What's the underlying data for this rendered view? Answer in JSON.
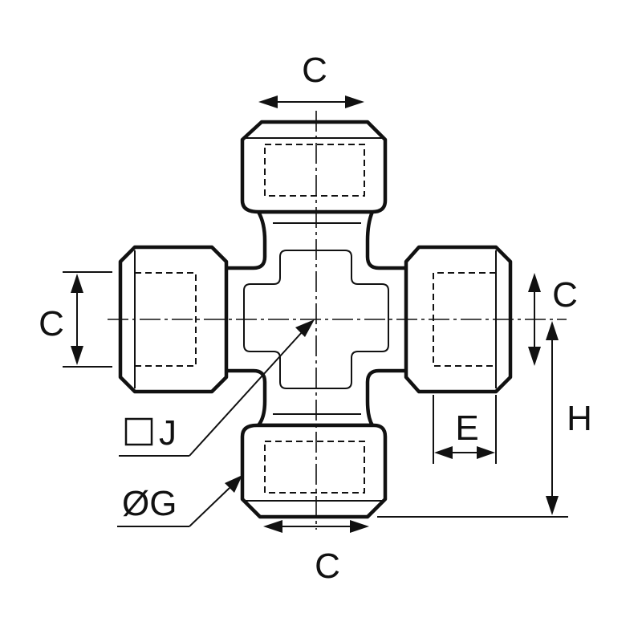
{
  "labels": {
    "c_top": "C",
    "c_left": "C",
    "c_right": "C",
    "c_bottom": "C",
    "e": "E",
    "h": "H",
    "j": "J",
    "g": "ØG"
  },
  "icons": {
    "square": "square-symbol-icon"
  },
  "colors": {
    "line": "#111111",
    "background": "#ffffff"
  }
}
